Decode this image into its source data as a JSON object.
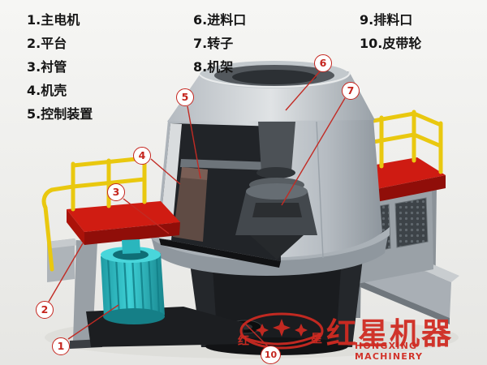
{
  "legend": {
    "column1": [
      "1.主电机",
      "2.平台",
      "3.衬管",
      "4.机壳",
      "5.控制装置"
    ],
    "column2": [
      "6.进料口",
      "7.转子",
      "8.机架"
    ],
    "column3": [
      "9.排料口",
      "10.皮带轮"
    ]
  },
  "callouts": {
    "c1": "1",
    "c2": "2",
    "c3": "3",
    "c4": "4",
    "c5": "5",
    "c6": "6",
    "c7": "7",
    "c10": "10"
  },
  "watermark": {
    "logo_left": "红",
    "logo_right": "星",
    "brand_cn": "红星机器",
    "brand_en": "HONGXING MACHINERY"
  },
  "colors": {
    "callout_red": "#c5251e",
    "platform_red": "#d01c12",
    "railing_yellow": "#e9c80f",
    "motor_teal": "#2fbfc6",
    "body_gray": "#c0c6cb",
    "watermark_red": "#d02b22",
    "background": "#f0f0ee"
  }
}
